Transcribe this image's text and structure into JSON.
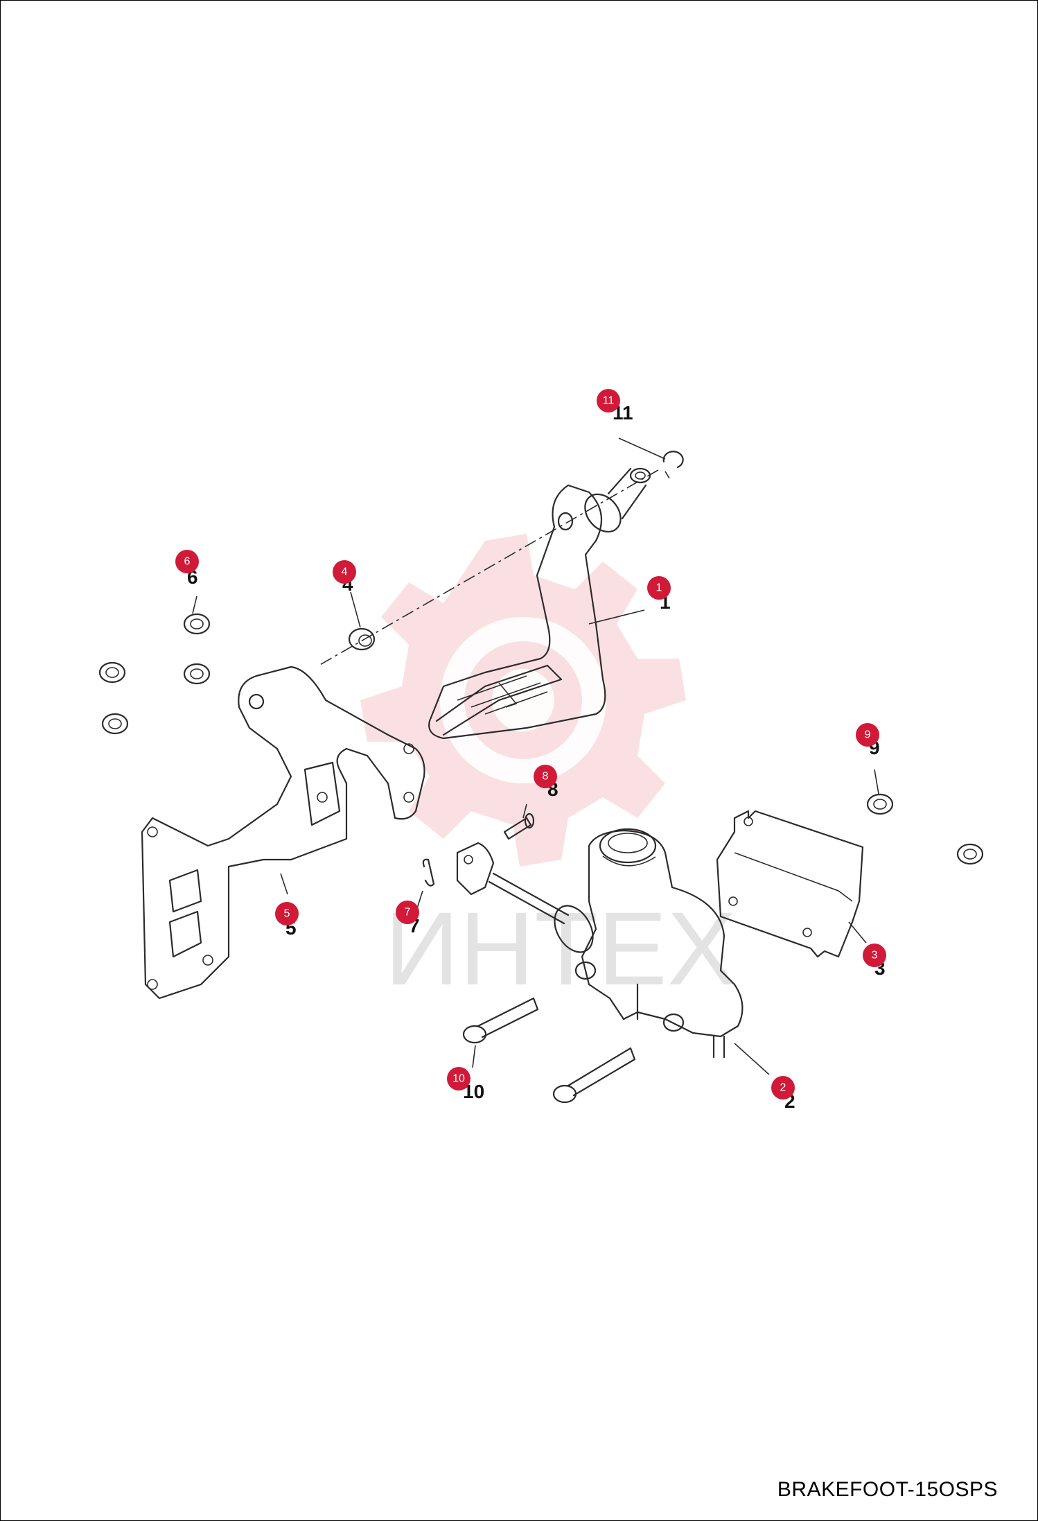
{
  "diagram_code": "BRAKEFOOT-15OSPS",
  "watermark_text": "ИНТЕХ",
  "callouts": [
    {
      "id": "1",
      "label": "1"
    },
    {
      "id": "2",
      "label": "2"
    },
    {
      "id": "3",
      "label": "3"
    },
    {
      "id": "4",
      "label": "4"
    },
    {
      "id": "5",
      "label": "5"
    },
    {
      "id": "6",
      "label": "6"
    },
    {
      "id": "7",
      "label": "7"
    },
    {
      "id": "8",
      "label": "8"
    },
    {
      "id": "9",
      "label": "9"
    },
    {
      "id": "10",
      "label": "10"
    },
    {
      "id": "11",
      "label": "11"
    }
  ],
  "colors": {
    "badge": "#d01a37",
    "line": "#2b2b2b",
    "watermark": "#f6c6cc"
  }
}
